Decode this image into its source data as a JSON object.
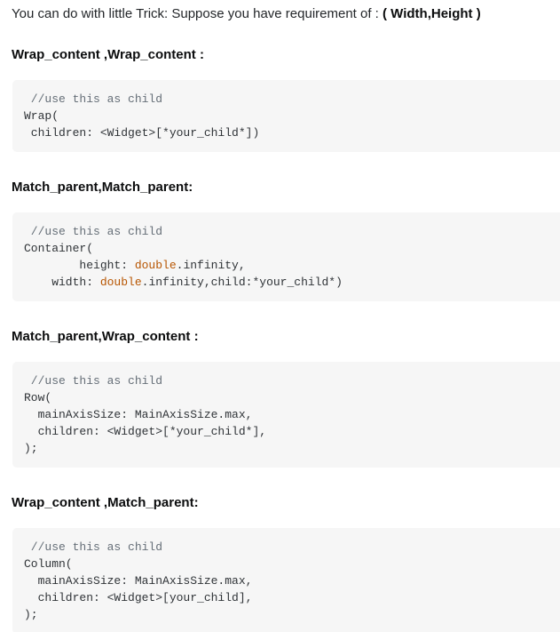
{
  "intro": {
    "text": "You can do with little Trick: Suppose you have requirement of : ",
    "bold": "( Width,Height )"
  },
  "sections": [
    {
      "heading": "Wrap_content ,Wrap_content :",
      "code": [
        [
          {
            "s": "cmt",
            "t": " //use this as child"
          }
        ],
        [
          {
            "s": "plain",
            "t": "Wrap("
          }
        ],
        [
          {
            "s": "plain",
            "t": " children: <Widget>[*your_child*])"
          }
        ]
      ]
    },
    {
      "heading": "Match_parent,Match_parent:",
      "code": [
        [
          {
            "s": "cmt",
            "t": " //use this as child"
          }
        ],
        [
          {
            "s": "plain",
            "t": "Container("
          }
        ],
        [
          {
            "s": "plain",
            "t": "        height: "
          },
          {
            "s": "kw",
            "t": "double"
          },
          {
            "s": "plain",
            "t": ".infinity,"
          }
        ],
        [
          {
            "s": "plain",
            "t": "    width: "
          },
          {
            "s": "kw",
            "t": "double"
          },
          {
            "s": "plain",
            "t": ".infinity,child:*your_child*)"
          }
        ]
      ]
    },
    {
      "heading": "Match_parent,Wrap_content :",
      "code": [
        [
          {
            "s": "cmt",
            "t": " //use this as child"
          }
        ],
        [
          {
            "s": "plain",
            "t": "Row("
          }
        ],
        [
          {
            "s": "plain",
            "t": "  mainAxisSize: MainAxisSize.max,"
          }
        ],
        [
          {
            "s": "plain",
            "t": "  children: <Widget>[*your_child*],"
          }
        ],
        [
          {
            "s": "plain",
            "t": ");"
          }
        ]
      ]
    },
    {
      "heading": "Wrap_content ,Match_parent:",
      "code": [
        [
          {
            "s": "cmt",
            "t": " //use this as child"
          }
        ],
        [
          {
            "s": "plain",
            "t": "Column("
          }
        ],
        [
          {
            "s": "plain",
            "t": "  mainAxisSize: MainAxisSize.max,"
          }
        ],
        [
          {
            "s": "plain",
            "t": "  children: <Widget>[your_child],"
          }
        ],
        [
          {
            "s": "plain",
            "t": ");"
          }
        ]
      ]
    }
  ],
  "colors": {
    "page_background": "#ffffff",
    "body_text": "#232629",
    "heading_text": "#0c0d0e",
    "code_background": "#f6f6f6",
    "code_text": "#2f3337",
    "code_comment": "#656e77",
    "code_keyword": "#b75501"
  }
}
